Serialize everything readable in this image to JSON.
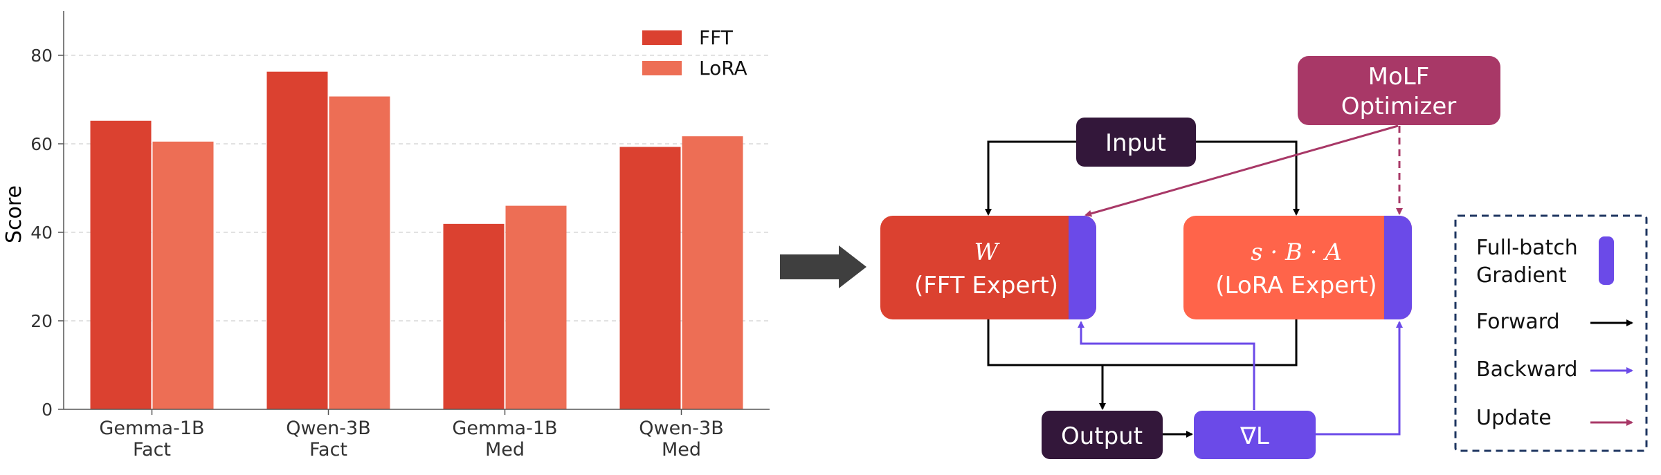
{
  "chart_data": {
    "type": "bar",
    "ylabel": "Score",
    "ylim": [
      0,
      90
    ],
    "yticks": [
      0,
      20,
      40,
      60,
      80
    ],
    "grid": "horizontal-dashed",
    "legend_position": "top-right",
    "categories": [
      [
        "Gemma-1B",
        "Fact"
      ],
      [
        "Qwen-3B",
        "Fact"
      ],
      [
        "Gemma-1B",
        "Med"
      ],
      [
        "Qwen-3B",
        "Med"
      ]
    ],
    "series": [
      {
        "name": "FFT",
        "color": "#db4130",
        "values": [
          65.2,
          76.3,
          41.9,
          59.3
        ]
      },
      {
        "name": "LoRA",
        "color": "#ed6e55",
        "values": [
          60.5,
          70.7,
          46.0,
          61.7
        ]
      }
    ]
  },
  "diagram": {
    "nodes": {
      "input": {
        "label": "Input",
        "color": "#33173a"
      },
      "optimizer": {
        "line1": "MoLF",
        "line2": "Optimizer",
        "color": "#a83867"
      },
      "fft": {
        "math": "W",
        "label": "(FFT Expert)",
        "color": "#db4130",
        "grad_color": "#6b4ae8"
      },
      "lora": {
        "math": "s · B · A",
        "label": "(LoRA Expert)",
        "color": "#ff644a",
        "grad_color": "#6b4ae8"
      },
      "output": {
        "label": "Output",
        "color": "#33173a"
      },
      "grad": {
        "label": "∇L",
        "color": "#6b4ae8"
      }
    },
    "legend": {
      "fullbatch_line1": "Full-batch",
      "fullbatch_line2": "Gradient",
      "forward": "Forward",
      "backward": "Backward",
      "update": "Update",
      "forward_color": "#000000",
      "backward_color": "#6b4ae8",
      "update_color": "#a83867"
    }
  }
}
